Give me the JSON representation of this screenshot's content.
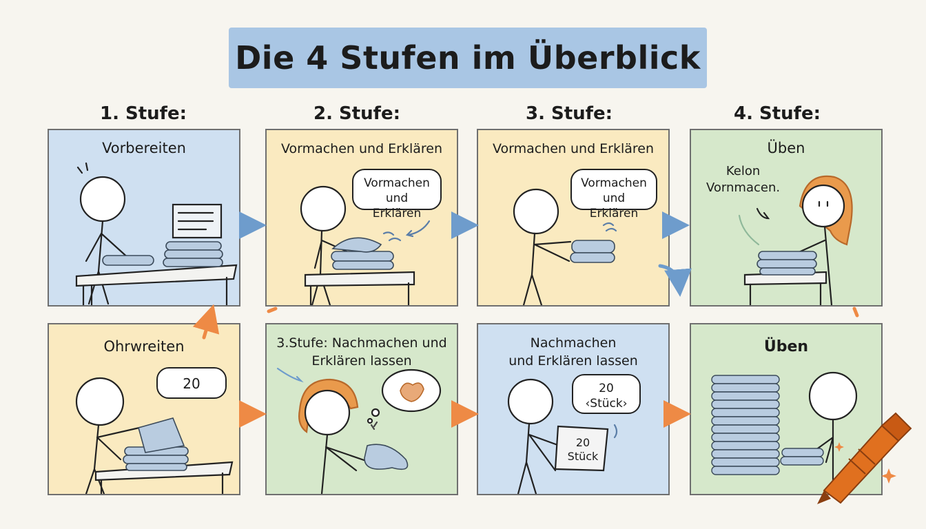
{
  "title": "Die 4 Stufen im Überblick",
  "stages": [
    "1. Stufe:",
    "2. Stufe:",
    "3. Stufe:",
    "4. Stufe:"
  ],
  "panels_top": [
    {
      "title": "Vorbereiten"
    },
    {
      "title": "Vormachen und Erklären",
      "bubble": [
        "Vormachen",
        "und Erklären"
      ]
    },
    {
      "title": "Vormachen und Erklären",
      "bubble": [
        "Vormachen",
        "und Erklären"
      ]
    },
    {
      "title": "Üben",
      "note": [
        "Kelon",
        "Vornmacen."
      ]
    }
  ],
  "panels_bottom": [
    {
      "title": "Ohrwreiten",
      "bubble": "20"
    },
    {
      "title": [
        "3.Stufe: Nachmachen und",
        "Erklären lassen"
      ]
    },
    {
      "title": [
        "Nachmachen",
        "und Erklären lassen"
      ],
      "bubble": [
        "20",
        "‹Stück›"
      ],
      "sign": [
        "20",
        "Stück"
      ]
    },
    {
      "title": "Üben"
    }
  ],
  "colors": {
    "banner": "#a9c6e4",
    "panel_blue": "#cfe0f1",
    "panel_yellow": "#faeac0",
    "panel_green": "#d6e8cb",
    "arrow_blue": "#6e9ccc",
    "arrow_orange": "#ee8a45",
    "crayon": "#e0701f"
  },
  "icons": [
    "stick-figure",
    "folded-towels",
    "table",
    "speech-bubble",
    "arrow-icon",
    "crayon-icon",
    "sparkle-icon"
  ]
}
